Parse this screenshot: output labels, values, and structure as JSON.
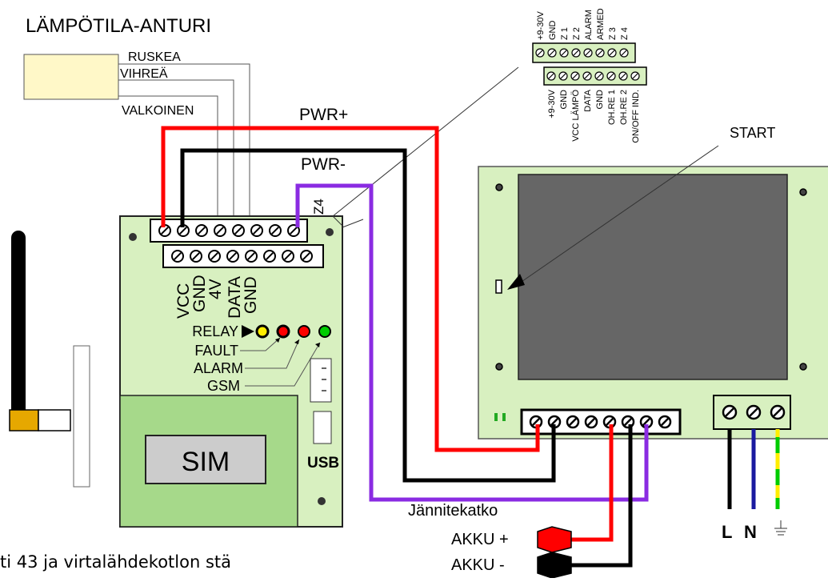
{
  "title": "LÄMPÖTILA-ANTURI",
  "sensor_wires": [
    "RUSKEA",
    "VIHREÄ",
    "VALKOINEN"
  ],
  "power_labels": {
    "pos": "PWR+",
    "neg": "PWR-"
  },
  "z4_label": "Z4",
  "upper_terminal_labels": [
    "+9-30V",
    "GND",
    "Z 1",
    "Z 2",
    "ALARM",
    "ARMED",
    "Z 3",
    "Z 4"
  ],
  "lower_terminal_labels": [
    "+9-30V",
    "GND",
    "VCC LÄMPÖ",
    "DATA",
    "GND",
    "OH.RE 1",
    "OH.RE 2",
    "ON/OFF IND."
  ],
  "board_pin_labels": [
    "VCC",
    "GND",
    "4V",
    "DATA",
    "GND"
  ],
  "led_labels": [
    "RELAY",
    "FAULT",
    "ALARM",
    "GSM"
  ],
  "sim_label": "SIM",
  "usb_label": "USB",
  "start_label": "START",
  "power_cut_label": "Jännitekatko",
  "battery_pos": "AKKU +",
  "battery_neg": "AKKU -",
  "mains_labels": {
    "l": "L",
    "n": "N"
  },
  "bottom_note": "ti 43 ja virtalähdekotlon stä",
  "colors": {
    "red": "#ff0000",
    "purple": "#8a2be2",
    "black": "#000000",
    "board": "#d8f0c0",
    "sim_area": "#a6d98a",
    "blue": "#1a1aa0",
    "yellow": "#ffee00",
    "green": "#00cc00",
    "amber": "#e6a800"
  }
}
